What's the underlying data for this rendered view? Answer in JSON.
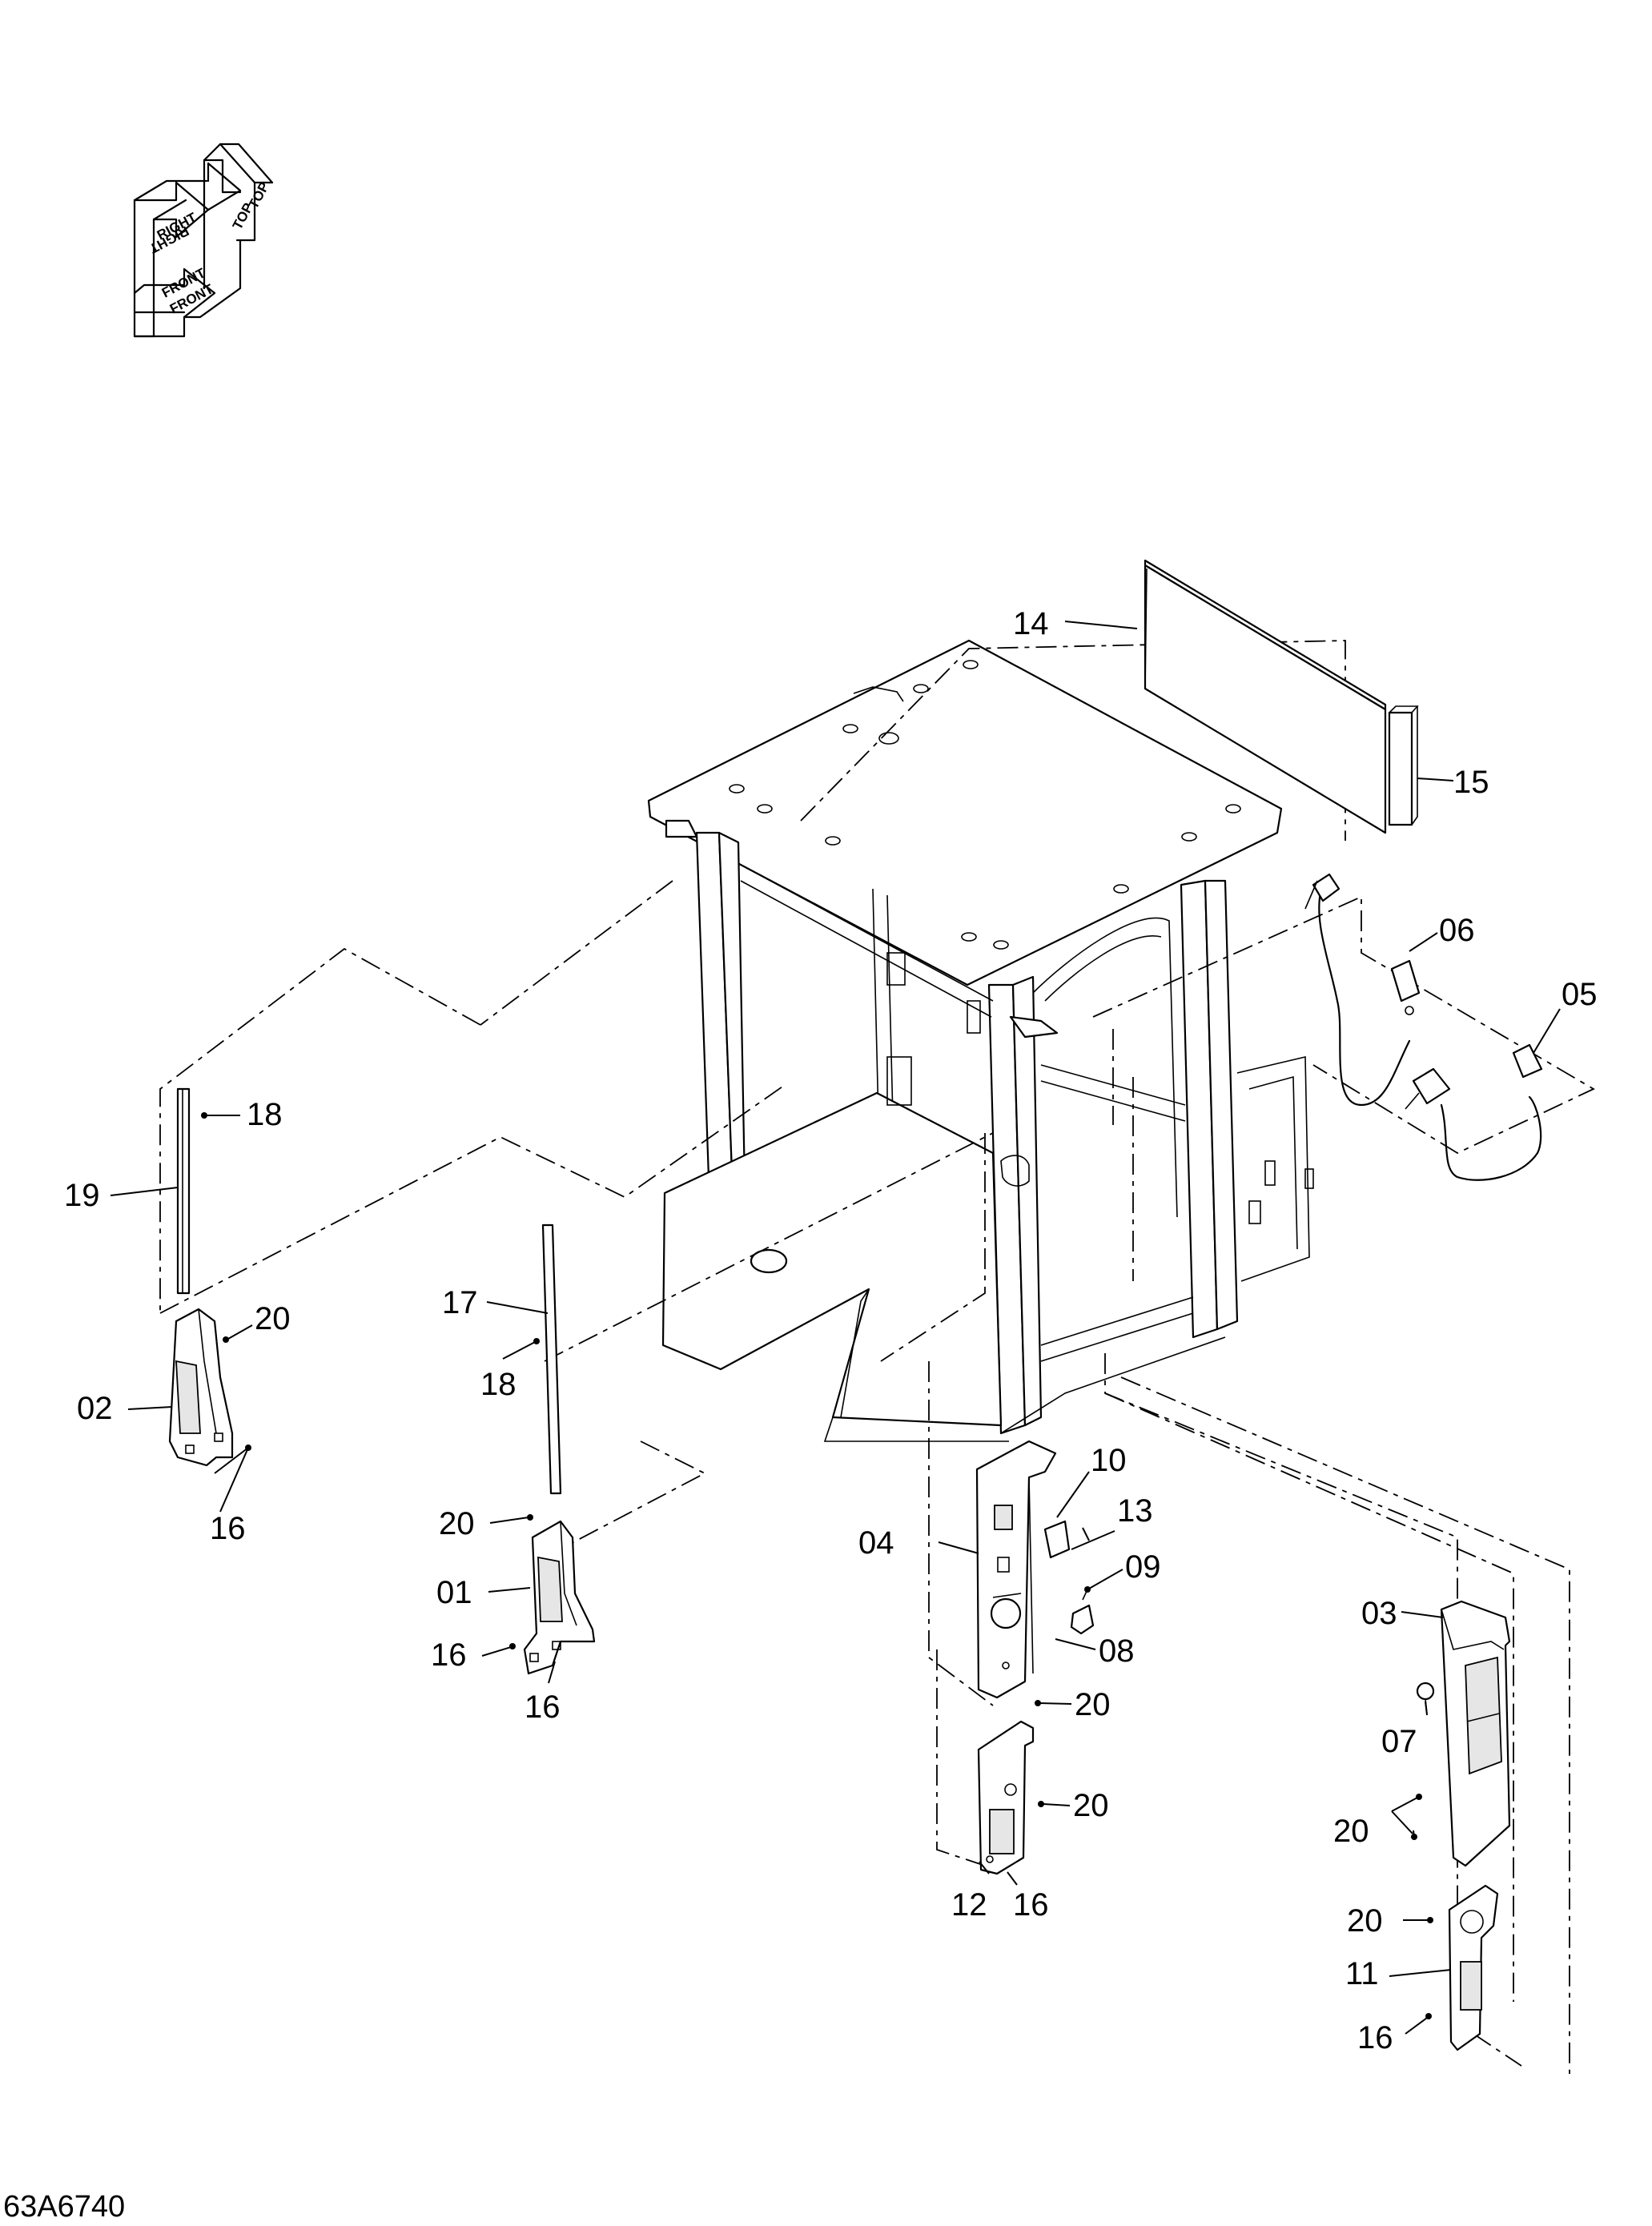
{
  "diagram": {
    "drawing_code": "63A6740",
    "orientation": {
      "top": "TOP",
      "right": "RIGHT",
      "front": "FRONT"
    },
    "labels": {
      "p01": "01",
      "p02": "02",
      "p03": "03",
      "p04": "04",
      "p05": "05",
      "p06": "06",
      "p07": "07",
      "p08": "08",
      "p09": "09",
      "p10": "10",
      "p11": "11",
      "p12": "12",
      "p13": "13",
      "p14": "14",
      "p15": "15",
      "p16": "16",
      "p17": "17",
      "p18": "18",
      "p19": "19",
      "p20": "20"
    }
  }
}
